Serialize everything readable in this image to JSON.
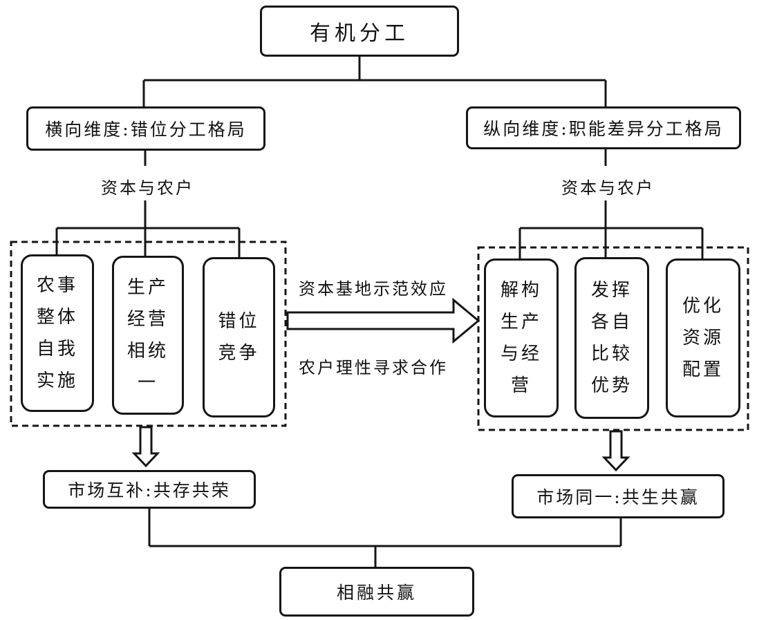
{
  "top": "有机分工",
  "left": {
    "dimension": "横向维度:错位分工格局",
    "actors": "资本与农户",
    "items": [
      "农事\n整体\n自我\n实施",
      "生产\n经营\n相统\n一",
      "错位\n竞争"
    ],
    "market": "市场互补:共存共荣"
  },
  "right": {
    "dimension": "纵向维度:职能差异分工格局",
    "actors": "资本与农户",
    "items": [
      "解构\n生产\n与经\n营",
      "发挥\n各自\n比较\n优势",
      "优化\n资源\n配置"
    ],
    "market": "市场同一:共生共赢"
  },
  "arrow": {
    "top_label": "资本基地示范效应",
    "bottom_label": "农户理性寻求合作"
  },
  "bottom": "相融共赢"
}
